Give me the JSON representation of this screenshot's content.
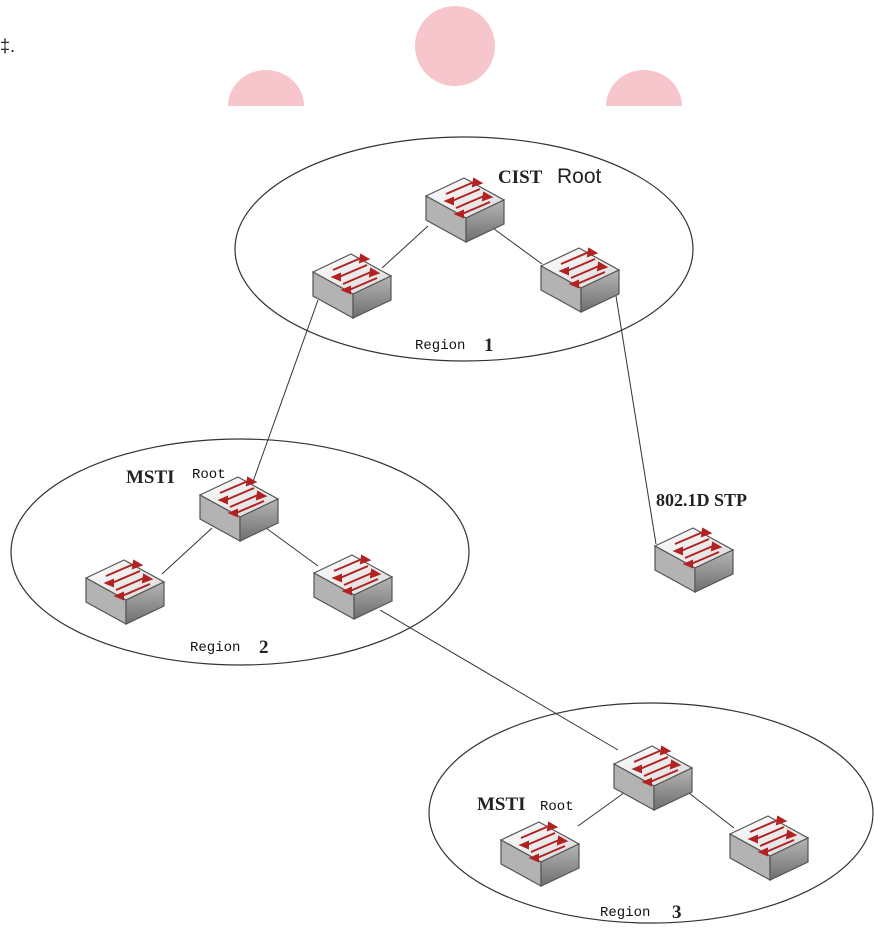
{
  "corner_mark": "‡.",
  "labels": {
    "cist_a": "CIST",
    "cist_b": "Root",
    "region1_a": "Region",
    "region1_b": "1",
    "msti2_a": "MSTI",
    "msti2_b": "Root",
    "region2_a": "Region",
    "region2_b": "2",
    "stp": "802.1D STP",
    "msti3_a": "MSTI",
    "msti3_b": "Root",
    "region3_a": "Region",
    "region3_b": "3"
  },
  "colors": {
    "watermark": "#f7c6cc",
    "switch_top": "#eeeeee",
    "switch_side": "#9a9a9a",
    "arrow": "#c0392b"
  },
  "icons": {
    "switch": "network-switch-icon"
  }
}
